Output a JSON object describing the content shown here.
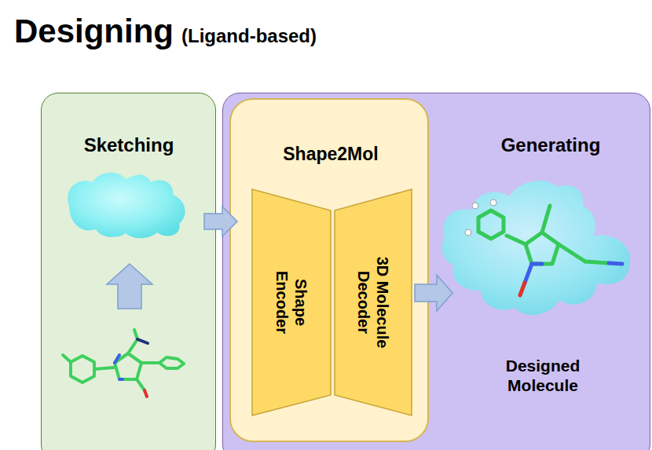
{
  "diagram": {
    "title": "Designing",
    "nodes": [
      {
        "text": [
          "Sketching"
        ]
      },
      {
        "text": [
          "Generating",
          "Designed Molecule"
        ]
      },
      {
        "text": [
          "Shape2Mol"
        ],
        "in": 1
      },
      {
        "text": [
          "Shape Encoder"
        ],
        "in": 2
      },
      {
        "text": [
          "3D Molecule Decoder"
        ],
        "in": 2
      }
    ],
    "edges": [
      {
        "from": 0,
        "to": 2,
        "arrow": "to"
      }
    ],
    "labels": [
      "(Ligand-based)"
    ]
  }
}
